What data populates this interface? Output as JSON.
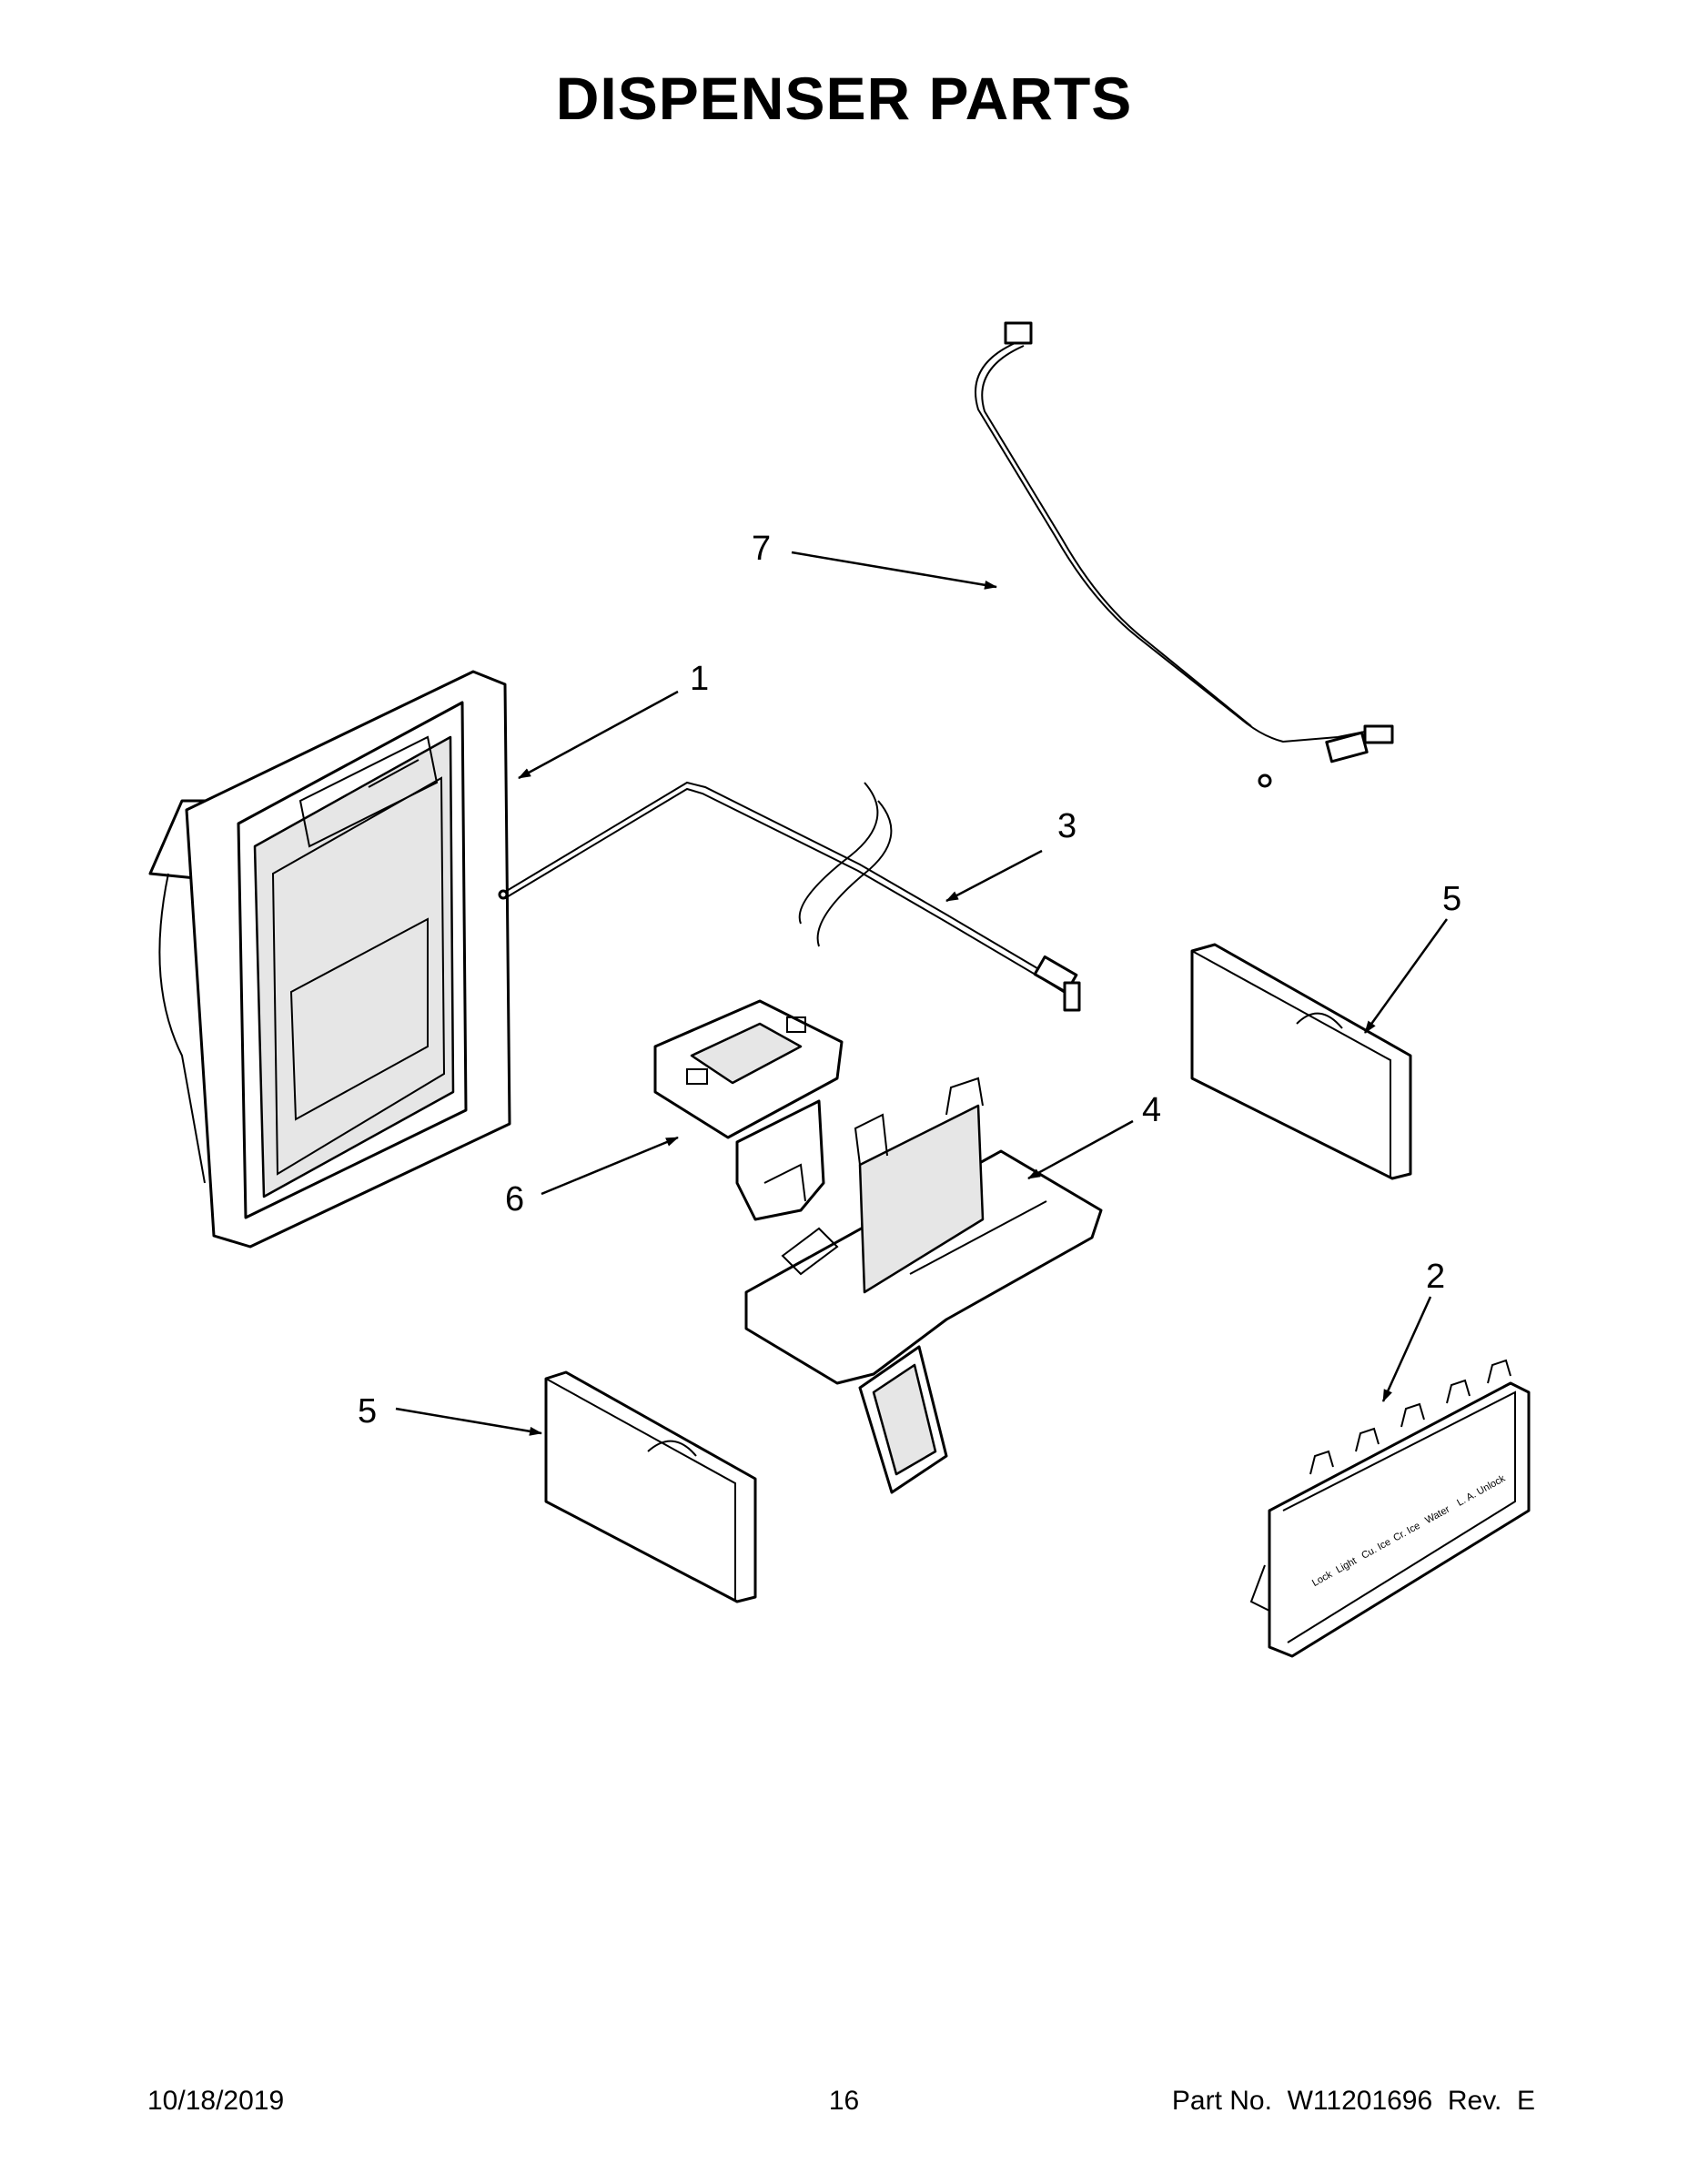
{
  "title": "DISPENSER PARTS",
  "callouts": [
    {
      "id": "1",
      "label": "1"
    },
    {
      "id": "2",
      "label": "2"
    },
    {
      "id": "3",
      "label": "3"
    },
    {
      "id": "4",
      "label": "4"
    },
    {
      "id": "5a",
      "label": "5"
    },
    {
      "id": "5b",
      "label": "5"
    },
    {
      "id": "6",
      "label": "6"
    },
    {
      "id": "7",
      "label": "7"
    }
  ],
  "control_panel_labels": [
    "Lock",
    "Light",
    "Cu. Ice",
    "Cr. Ice",
    "Water",
    "L. A.",
    "Unlock"
  ],
  "footer": {
    "date": "10/18/2019",
    "page": "16",
    "part": "Part No.  W11201696  Rev.  E"
  }
}
